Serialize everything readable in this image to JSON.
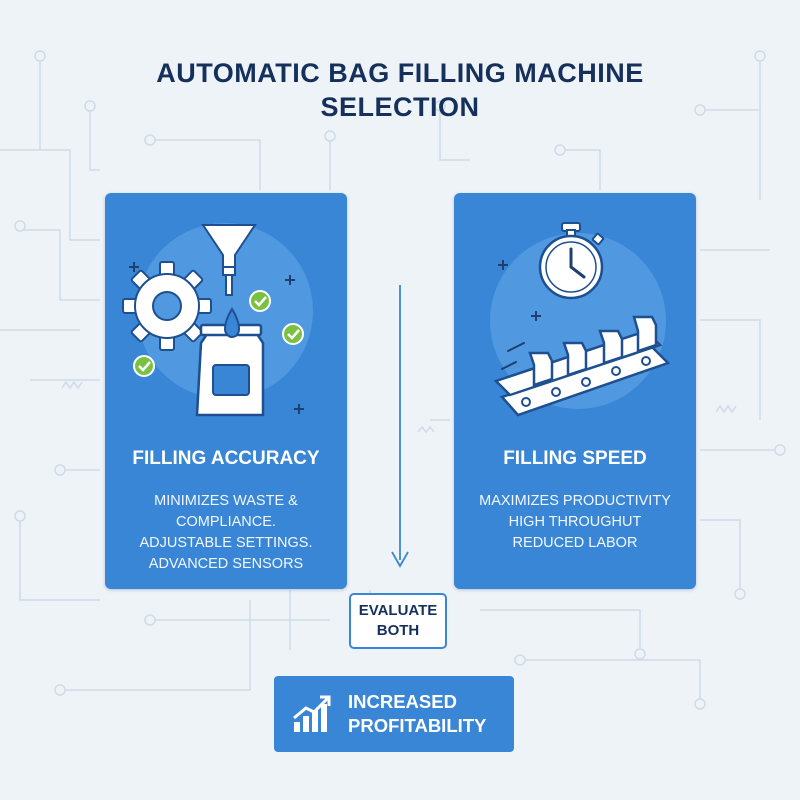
{
  "title": {
    "line1": "AUTOMATIC BAG FILLING MACHINE",
    "line2": "SELECTION"
  },
  "cards": [
    {
      "heading": "FILLING ACCURACY",
      "features": [
        "MINIMIZES WASTE & COMPLIANCE.",
        "ADJUSTABLE SETTINGS.",
        "ADVANCED SENSORS"
      ],
      "icons": [
        "funnel-icon",
        "gear-icon",
        "bag-icon",
        "checkmark-icon"
      ]
    },
    {
      "heading": "FILLING SPEED",
      "features": [
        "MAXIMIZES PRODUCTIVITY",
        "HIGH THROUGHUT",
        "REDUCED LABOR"
      ],
      "icons": [
        "stopwatch-icon",
        "conveyor-belt-icon"
      ]
    }
  ],
  "evaluate": {
    "line1": "EVALUATE",
    "line2": "BOTH"
  },
  "result": {
    "line1": "INCREASED",
    "line2": "PROFITABILITY",
    "icon": "growth-chart-icon"
  },
  "colors": {
    "background": "#eef3f8",
    "card": "#3a86d6",
    "title": "#16305c",
    "check": "#7ac143"
  }
}
